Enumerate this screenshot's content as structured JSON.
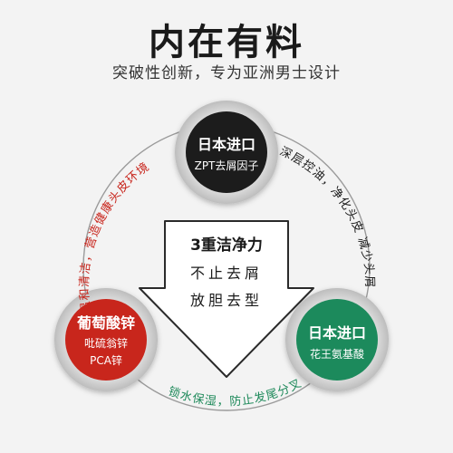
{
  "header": {
    "title": "内在有料",
    "subtitle": "突破性创新，专为亚洲男士设计"
  },
  "nodes": {
    "top": {
      "line1": "日本进口",
      "line2": "ZPT去屑因子",
      "color": "#1c1c1c"
    },
    "left": {
      "line1": "葡萄酸锌",
      "line2": "吡硫翁锌",
      "line3": "PCA锌",
      "color": "#c8251c"
    },
    "right": {
      "line1": "日本进口",
      "line2": "花王氨基酸",
      "color": "#1f8a5b"
    }
  },
  "center": {
    "line1": "3重洁净力",
    "line2": "不止去屑",
    "line3": "放胆去型"
  },
  "arc_labels": {
    "left": {
      "text": "温和清洁，营造健康头皮环境",
      "color": "#c8251c"
    },
    "right": {
      "text": "深层控油，净化头皮 减少头屑",
      "color": "#1a1a1a"
    },
    "bottom": {
      "text": "锁水保湿，防止发尾分叉",
      "color": "#1f8a5b"
    }
  }
}
